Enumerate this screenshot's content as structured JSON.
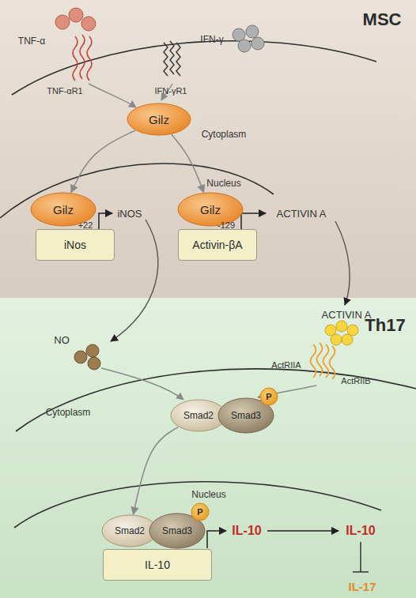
{
  "diagram": {
    "nodes": [
      {
        "text": [
          "MSC"
        ]
      },
      {
        "text": [
          "Gilz"
        ],
        "in": 0
      },
      {
        "text": [
          "Gilz"
        ],
        "in": 0
      },
      {
        "text": [
          "iNos"
        ],
        "in": 0
      },
      {
        "text": [
          "Gilz"
        ],
        "in": 0
      },
      {
        "text": [
          "Activin-βA"
        ],
        "in": 0
      },
      {
        "text": [
          "Th17"
        ]
      },
      {
        "text": [
          "Smad2"
        ],
        "in": 6
      },
      {
        "text": [
          "Smad3"
        ],
        "in": 6
      },
      {
        "text": [
          "P"
        ],
        "in": 8
      },
      {
        "text": [
          "Smad2"
        ],
        "in": 6
      },
      {
        "text": [
          "Smad3"
        ],
        "in": 6
      },
      {
        "text": [
          "P"
        ],
        "in": 11
      },
      {
        "text": [
          "IL-10"
        ],
        "in": 6
      }
    ],
    "edges": [
      {
        "from": 1,
        "to": 2,
        "arrow": "to"
      },
      {
        "from": 1,
        "to": 4,
        "arrow": "to"
      },
      {
        "from": 7,
        "to": 10,
        "arrow": "to"
      }
    ],
    "labels": [
      "TNF-α",
      "TNF-αR1",
      "IFN-γR1",
      "IFN-γ",
      "Cytoplasm",
      "Nucleus",
      "+22",
      "iNOS",
      "-129",
      "ACTIVIN A",
      "ACTIVIN A",
      "NO",
      "ActRIIA",
      "ActRIIB",
      "Cytoplasm",
      "Nucleus",
      "IL-10",
      "IL-10",
      "IL-17"
    ]
  }
}
